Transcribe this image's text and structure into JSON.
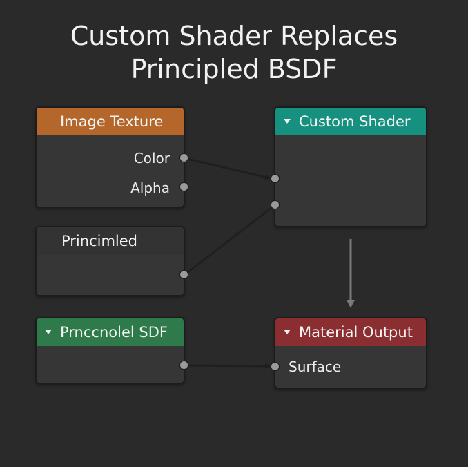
{
  "title": {
    "line1": "Custom Shader Replaces",
    "line2": "Principled BSDF"
  },
  "colors": {
    "background": "#2a2a2a",
    "node_body": "#363636",
    "image_texture_header": "#b5662b",
    "custom_shader_header": "#17917f",
    "principled_top_header": "#333333",
    "principled_bsdf_header": "#2e7a4a",
    "material_output_header": "#8a2e31",
    "link": "#1f1f1f",
    "arrow": "#7a7a7a"
  },
  "nodes": {
    "image_texture": {
      "label": "Image Texture",
      "outputs": [
        "Color",
        "Alpha"
      ]
    },
    "custom_shader": {
      "label": "Custom Shader"
    },
    "principled_top": {
      "label": "Princimled"
    },
    "principled_bsdf": {
      "label": "Prncсnolel SDF"
    },
    "material_output": {
      "label": "Material Output",
      "inputs": [
        "Surface"
      ]
    }
  }
}
